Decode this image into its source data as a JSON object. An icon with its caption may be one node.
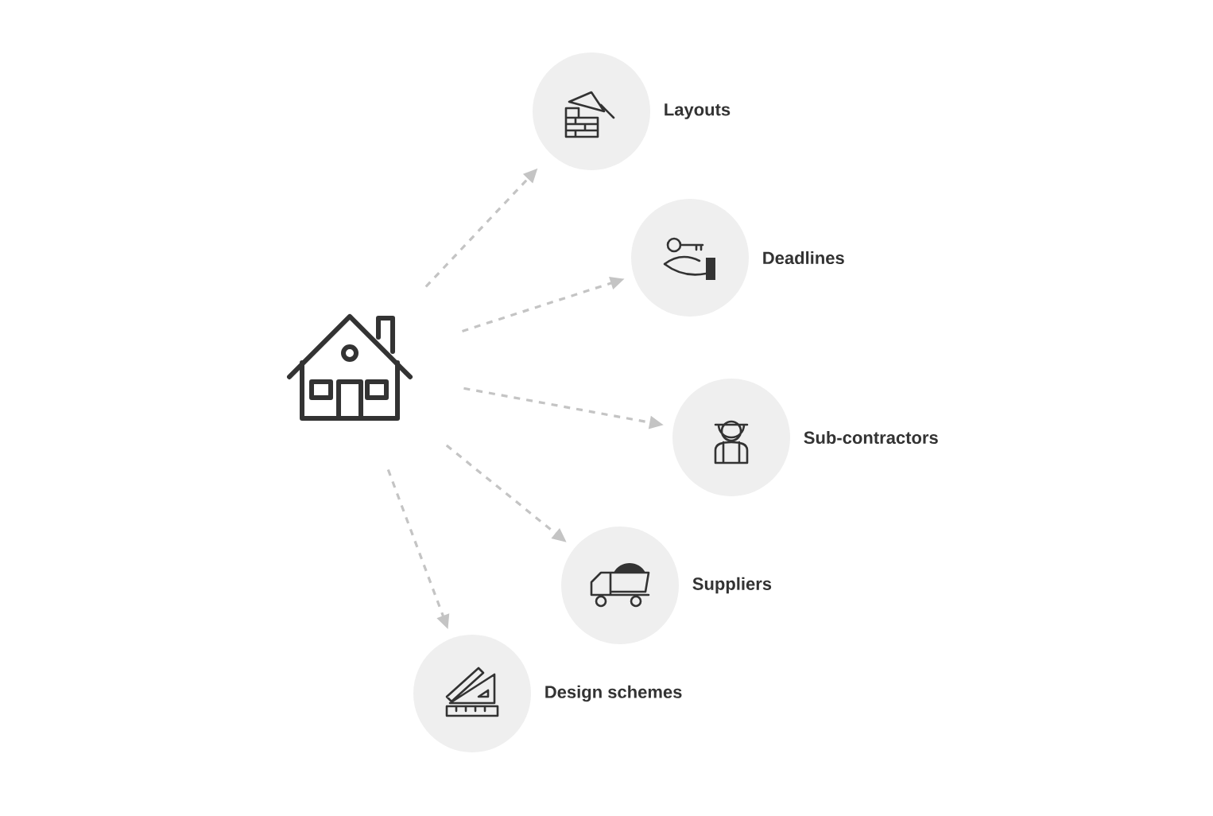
{
  "diagram": {
    "nodes": [
      {
        "text": [],
        "shape": "picture"
      },
      {
        "text": [
          "Layouts"
        ]
      },
      {
        "text": [
          "Deadlines"
        ]
      },
      {
        "text": [
          "Sub-contractors"
        ]
      },
      {
        "text": [
          "Suppliers"
        ]
      },
      {
        "text": [
          "Design schemes"
        ]
      }
    ],
    "edges": [
      {
        "from": 0,
        "to": 1,
        "arrow": "to",
        "style": "dashed"
      },
      {
        "from": 0,
        "to": 2,
        "arrow": "to",
        "style": "dashed"
      },
      {
        "from": 0,
        "to": 3,
        "arrow": "to",
        "style": "dashed"
      },
      {
        "from": 0,
        "to": 4,
        "arrow": "to",
        "style": "dashed"
      },
      {
        "from": 0,
        "to": 5,
        "arrow": "to",
        "style": "dashed"
      }
    ]
  }
}
